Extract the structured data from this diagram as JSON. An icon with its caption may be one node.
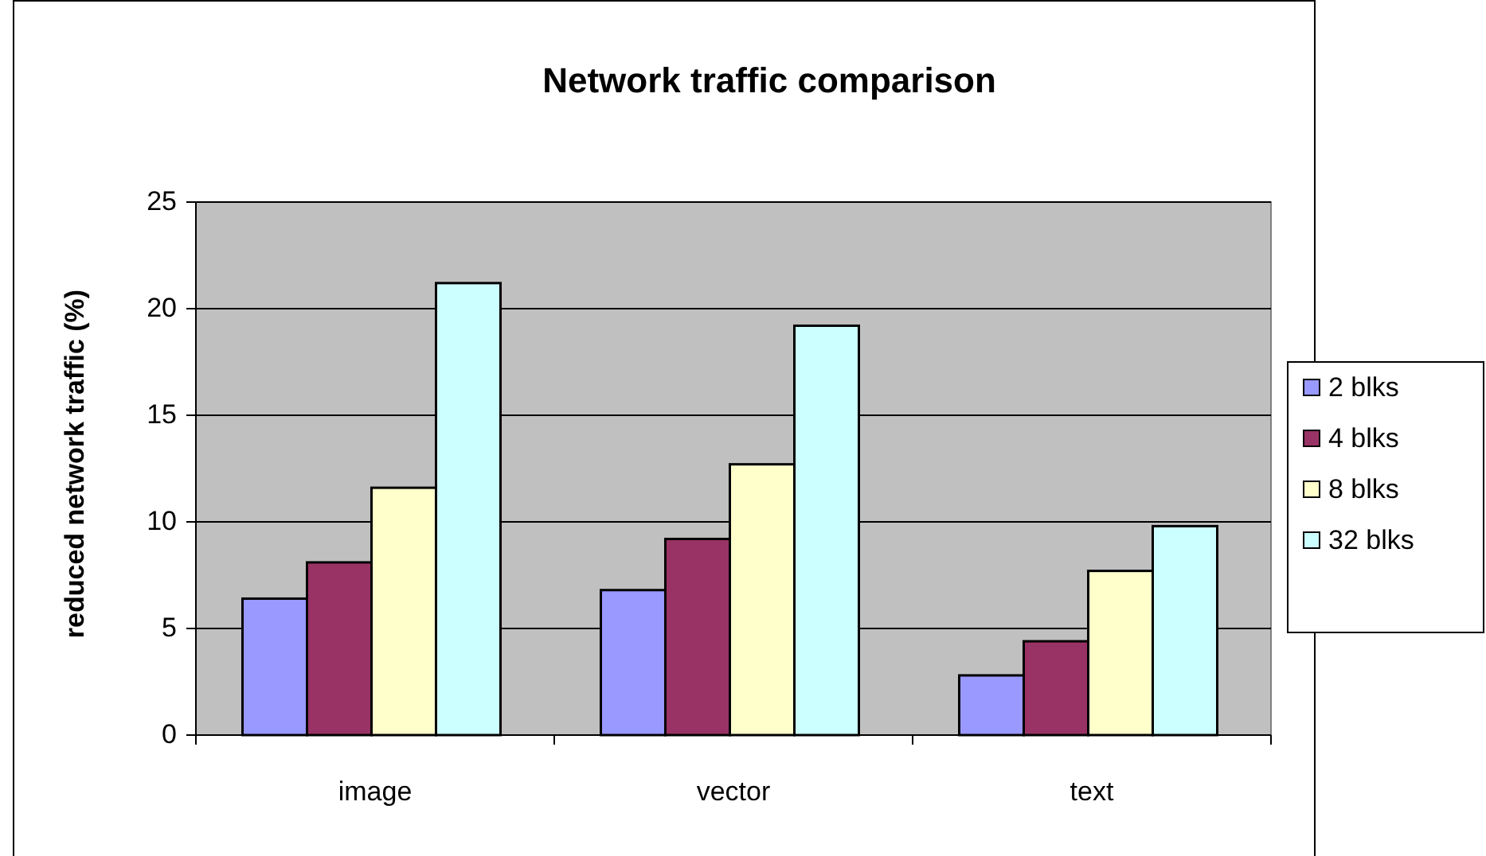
{
  "diagram": {
    "title": "Network traffic comparison",
    "chart_data": {
      "type": "bar",
      "ylabel": "reduced network traffic (%)",
      "categories": [
        "image",
        "vector",
        "text"
      ],
      "ylim": [
        0,
        25
      ],
      "yticks": [
        0,
        5,
        10,
        15,
        20,
        25
      ],
      "grid": true,
      "series": [
        {
          "name": "2 blks",
          "color": "#9999ff",
          "values": [
            6.4,
            6.8,
            2.8
          ]
        },
        {
          "name": "4 blks",
          "color": "#993366",
          "values": [
            8.1,
            9.2,
            4.4
          ]
        },
        {
          "name": "8 blks",
          "color": "#ffffcc",
          "values": [
            11.6,
            12.7,
            7.7
          ]
        },
        {
          "name": "32 blks",
          "color": "#ccffff",
          "values": [
            21.2,
            19.2,
            9.8
          ]
        }
      ]
    }
  }
}
